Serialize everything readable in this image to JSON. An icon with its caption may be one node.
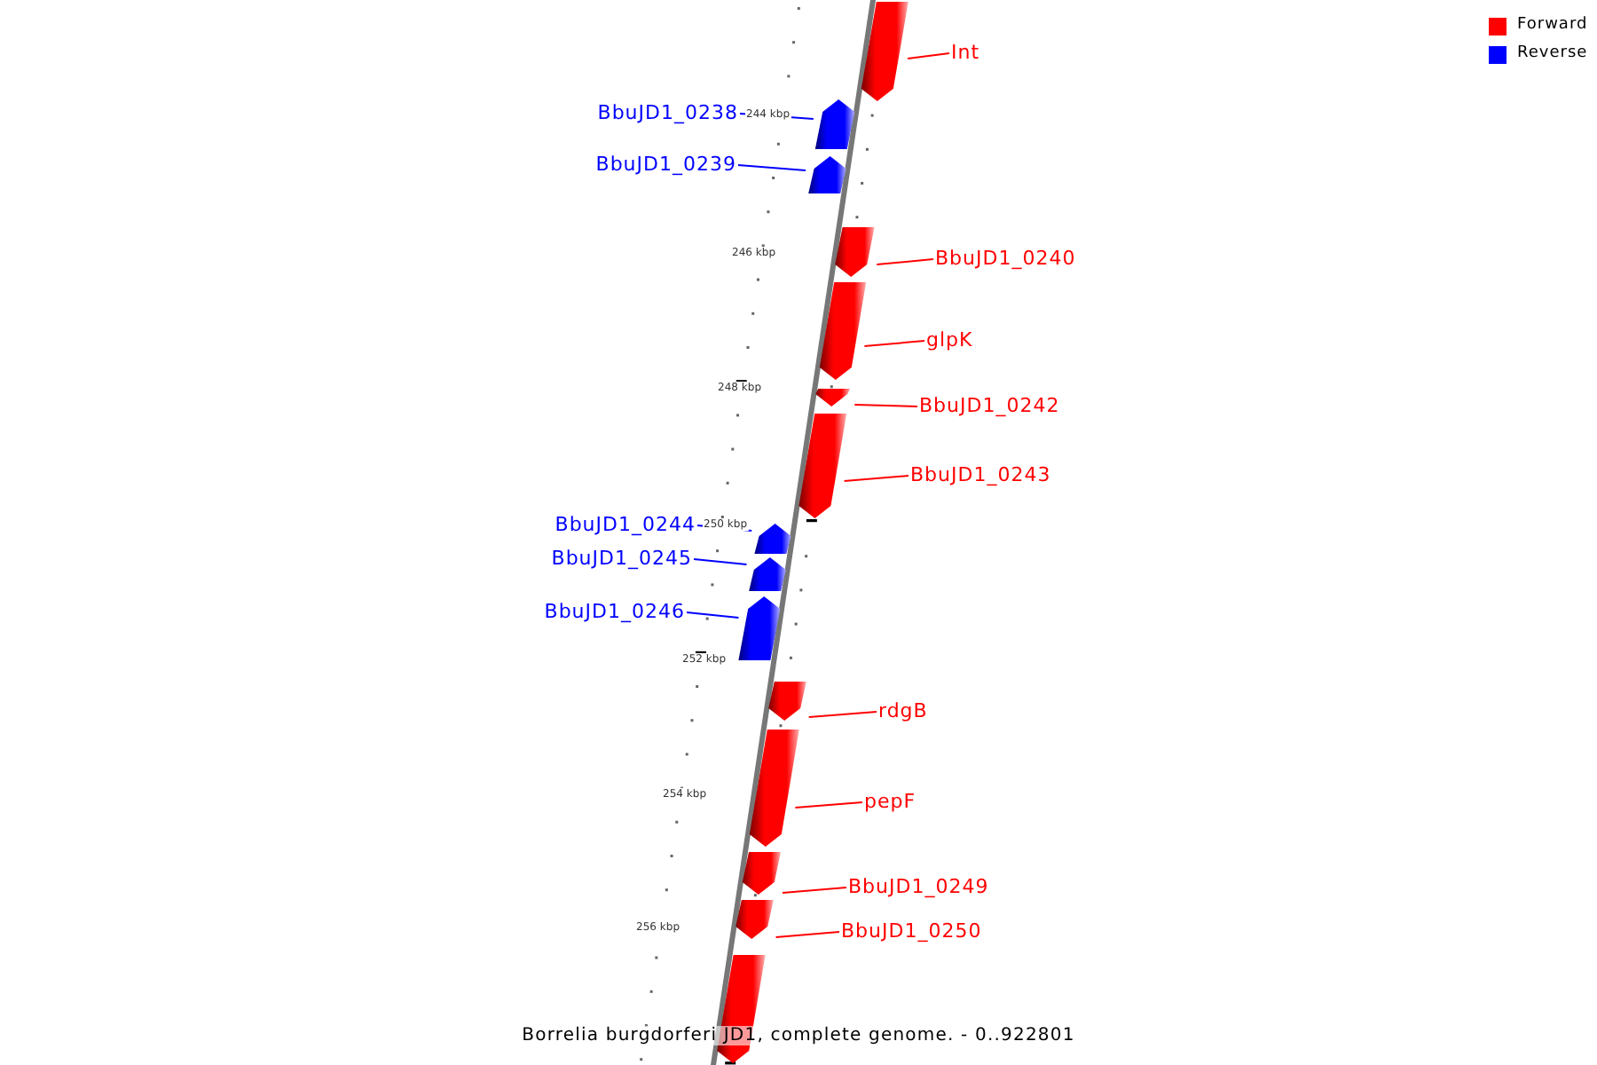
{
  "diagram": {
    "caption": "Borrelia burgdorferi JD1, complete genome. - 0..922801",
    "nodes": [
      {
        "text": [
          "Int"
        ]
      },
      {
        "text": [],
        "shape": "bar"
      },
      {
        "text": [
          "BbuJD1_0238"
        ]
      },
      {
        "text": [],
        "shape": "bar"
      },
      {
        "text": [
          "BbuJD1_0239"
        ]
      },
      {
        "text": [],
        "shape": "bar"
      },
      {
        "text": [
          "BbuJD1_0240"
        ]
      },
      {
        "text": [],
        "shape": "bar"
      },
      {
        "text": [
          "glpK"
        ]
      },
      {
        "text": [],
        "shape": "bar"
      },
      {
        "text": [
          "BbuJD1_0242"
        ]
      },
      {
        "text": [],
        "shape": "bar"
      },
      {
        "text": [
          "BbuJD1_0243"
        ]
      },
      {
        "text": [],
        "shape": "bar"
      },
      {
        "text": [
          "BbuJD1_0244"
        ]
      },
      {
        "text": [],
        "shape": "bar"
      },
      {
        "text": [
          "BbuJD1_0245"
        ]
      },
      {
        "text": [],
        "shape": "bar"
      },
      {
        "text": [
          "BbuJD1_0246"
        ]
      },
      {
        "text": [],
        "shape": "bar"
      },
      {
        "text": [
          "rdgB"
        ]
      },
      {
        "text": [],
        "shape": "bar"
      },
      {
        "text": [
          "pepF"
        ]
      },
      {
        "text": [],
        "shape": "bar"
      },
      {
        "text": [
          "BbuJD1_0249"
        ]
      },
      {
        "text": [],
        "shape": "bar"
      },
      {
        "text": [
          "BbuJD1_0250"
        ]
      },
      {
        "text": [],
        "shape": "bar"
      },
      {
        "text": [],
        "shape": "bar"
      }
    ],
    "edges": [
      {
        "from": 0,
        "to": 1,
        "arrow": "none"
      },
      {
        "from": 2,
        "to": 3,
        "arrow": "none",
        "color": "#0000ff"
      },
      {
        "from": 4,
        "to": 5,
        "arrow": "none",
        "color": "#0000ff"
      },
      {
        "from": 6,
        "to": 7,
        "arrow": "none"
      },
      {
        "from": 8,
        "to": 9,
        "arrow": "none"
      },
      {
        "from": 10,
        "to": 11,
        "arrow": "none"
      },
      {
        "from": 12,
        "to": 13,
        "arrow": "none"
      },
      {
        "from": 14,
        "to": 15,
        "arrow": "none",
        "color": "#0000ff"
      },
      {
        "from": 16,
        "to": 17,
        "arrow": "none",
        "color": "#0000ff"
      },
      {
        "from": 18,
        "to": 19,
        "arrow": "none",
        "color": "#0000ff"
      },
      {
        "from": 20,
        "to": 21,
        "arrow": "none"
      },
      {
        "from": 22,
        "to": 23,
        "arrow": "none"
      },
      {
        "from": 24,
        "to": 25,
        "arrow": "none"
      },
      {
        "from": 26,
        "to": 27,
        "arrow": "none"
      }
    ],
    "labels": [
      "244 kbp",
      "246 kbp",
      "248 kbp",
      "250 kbp",
      "252 kbp",
      "254 kbp",
      "256 kbp"
    ],
    "legend": [
      {
        "text": "Forward",
        "color": "#ff0000"
      },
      {
        "text": "Reverse",
        "color": "#0000ff"
      }
    ]
  }
}
